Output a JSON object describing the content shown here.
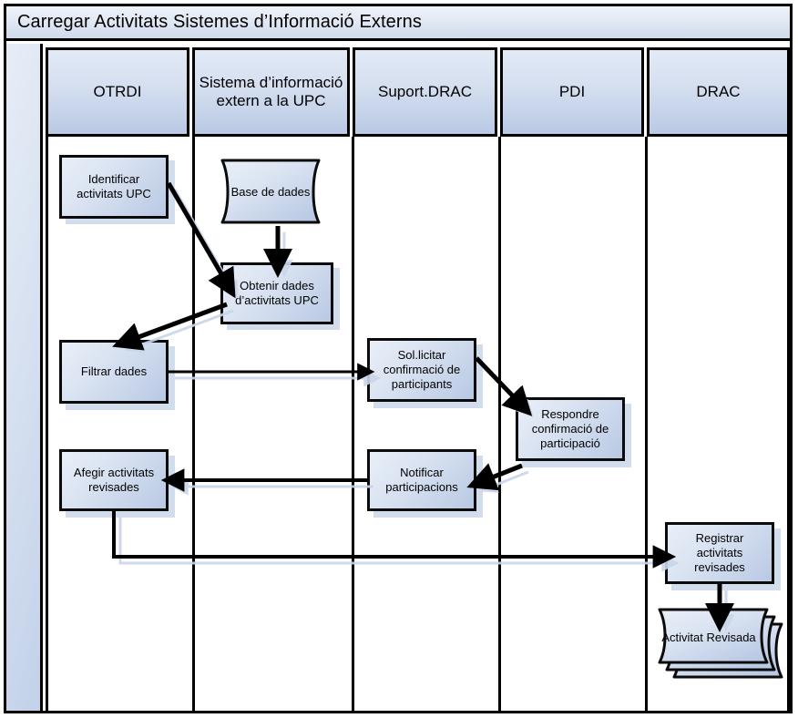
{
  "diagram": {
    "title": "Carregar Activitats Sistemes d’Informació Externs",
    "type": "cross-functional-flowchart",
    "accent_color": "#b9c9e4",
    "line_color": "#000000",
    "shadow_color": "#c9d7ea"
  },
  "lanes": [
    {
      "id": "otrdi",
      "label": "OTRDI"
    },
    {
      "id": "sistema",
      "label": "Sistema d’informació extern a la UPC"
    },
    {
      "id": "suport_drac",
      "label": "Suport.DRAC"
    },
    {
      "id": "pdi",
      "label": "PDI"
    },
    {
      "id": "drac",
      "label": "DRAC"
    }
  ],
  "nodes": [
    {
      "id": "identificar",
      "lane": "otrdi",
      "shape": "process",
      "label": "Identificar activitats UPC"
    },
    {
      "id": "base_dades",
      "lane": "sistema",
      "shape": "data-store",
      "label": "Base de dades"
    },
    {
      "id": "obtenir",
      "lane": "sistema",
      "shape": "process",
      "label": "Obtenir dades d’activitats UPC"
    },
    {
      "id": "filtrar",
      "lane": "otrdi",
      "shape": "process",
      "label": "Filtrar dades"
    },
    {
      "id": "sollicitar",
      "lane": "suport_drac",
      "shape": "process",
      "label": "Sol.licitar confirmació de participants"
    },
    {
      "id": "respondre",
      "lane": "pdi",
      "shape": "process",
      "label": "Respondre confirmació de participació"
    },
    {
      "id": "notificar",
      "lane": "suport_drac",
      "shape": "process",
      "label": "Notificar participacions"
    },
    {
      "id": "afegir",
      "lane": "otrdi",
      "shape": "process",
      "label": "Afegir activitats revisades"
    },
    {
      "id": "registrar",
      "lane": "drac",
      "shape": "process",
      "label": "Registrar activitats revisades"
    },
    {
      "id": "activitat_rev",
      "lane": "drac",
      "shape": "multi-document",
      "label": "Activitat Revisada"
    }
  ],
  "edges": [
    {
      "from": "identificar",
      "to": "obtenir",
      "style": "arrow"
    },
    {
      "from": "base_dades",
      "to": "obtenir",
      "style": "arrow"
    },
    {
      "from": "obtenir",
      "to": "filtrar",
      "style": "arrow"
    },
    {
      "from": "filtrar",
      "to": "sollicitar",
      "style": "arrow"
    },
    {
      "from": "sollicitar",
      "to": "respondre",
      "style": "arrow"
    },
    {
      "from": "respondre",
      "to": "notificar",
      "style": "arrow"
    },
    {
      "from": "notificar",
      "to": "afegir",
      "style": "arrow"
    },
    {
      "from": "afegir",
      "to": "registrar",
      "style": "arrow-elbow"
    },
    {
      "from": "registrar",
      "to": "activitat_rev",
      "style": "arrow"
    }
  ]
}
